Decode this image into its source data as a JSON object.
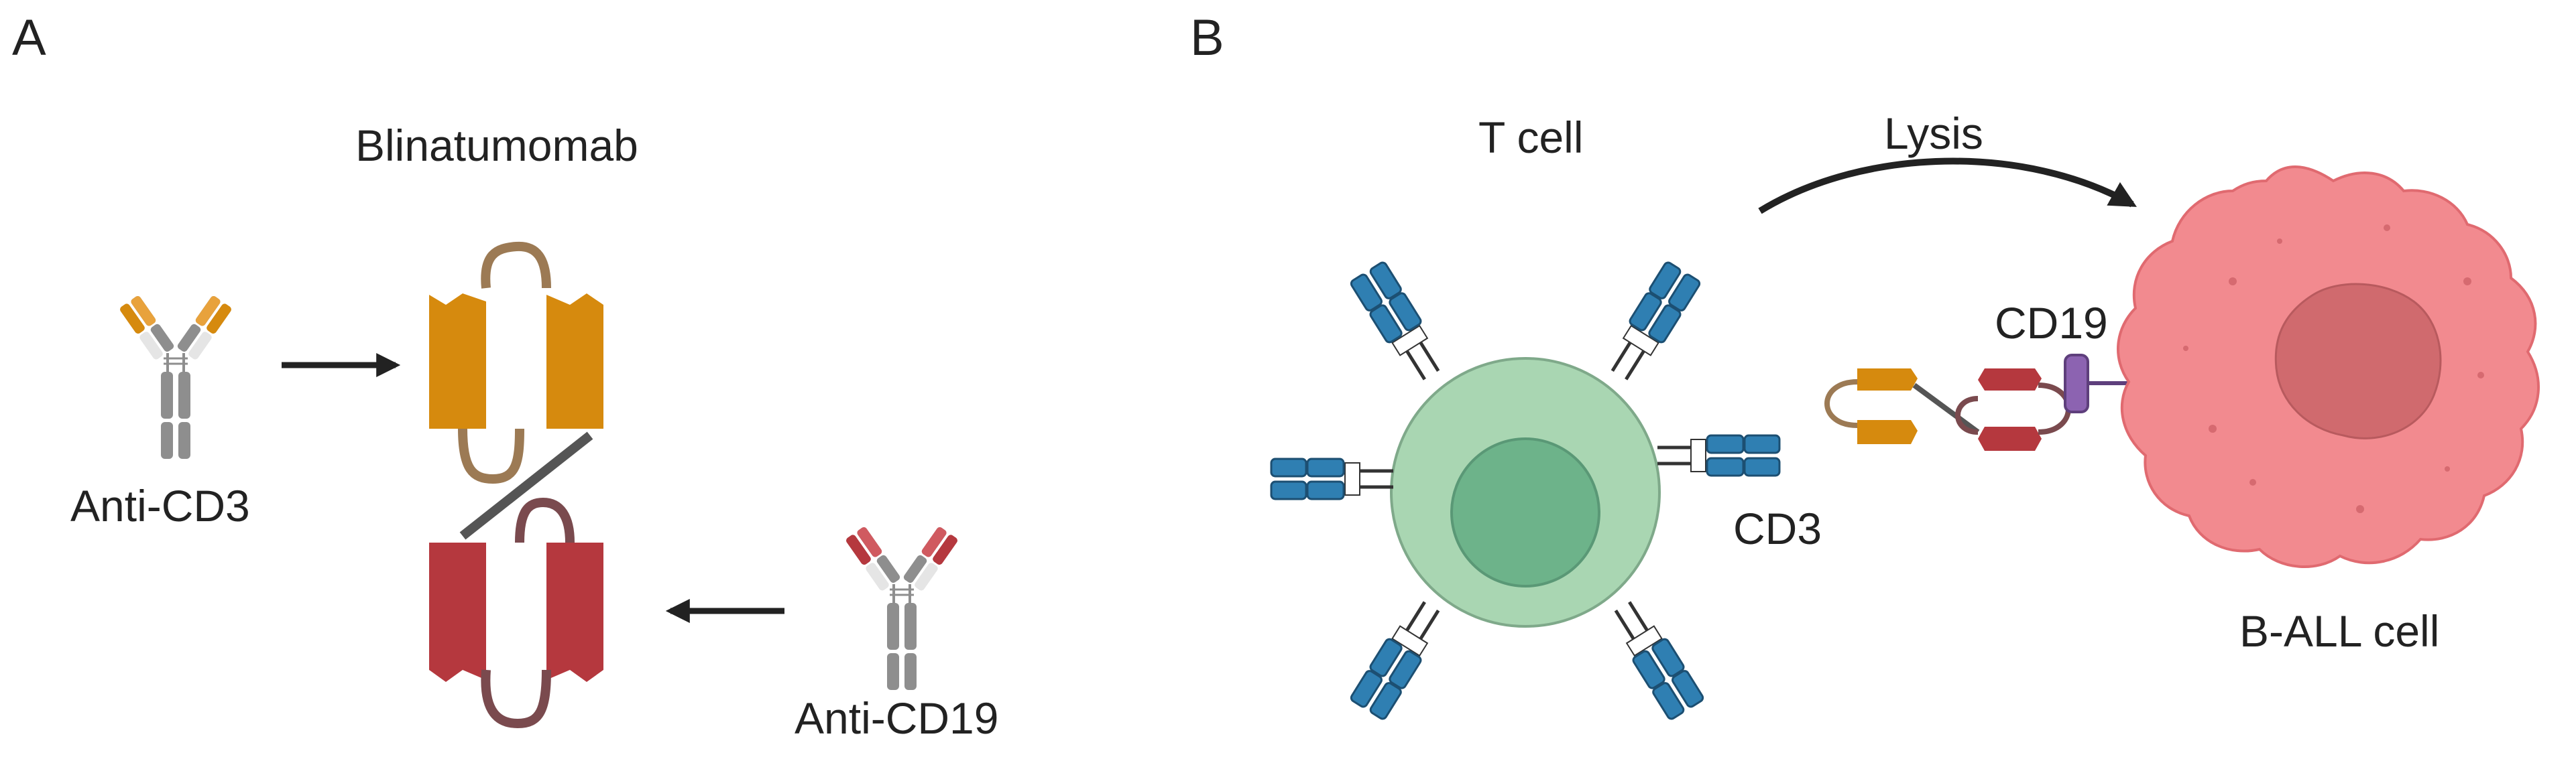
{
  "panel_a": {
    "letter": "A",
    "title": "Blinatumomab",
    "anti_cd3_label": "Anti-CD3",
    "anti_cd19_label": "Anti-CD19"
  },
  "panel_b": {
    "letter": "B",
    "t_cell_label": "T cell",
    "lysis_label": "Lysis",
    "cd19_label": "CD19",
    "cd3_label": "CD3",
    "ball_label": "B-ALL cell"
  },
  "colors": {
    "cd3_domain": "#D68A0E",
    "cd19_domain": "#B5383E",
    "antibody_gray": "#8E8E8E",
    "receptor_blue": "#2F7FB2",
    "t_cell_outer": "#A9D6B2",
    "t_cell_nucleus": "#6DB38A",
    "ball_cell": "#F28A8F",
    "ball_nucleus": "#D06A6E",
    "cd19_marker": "#8C63B1",
    "arrow": "#222222"
  }
}
